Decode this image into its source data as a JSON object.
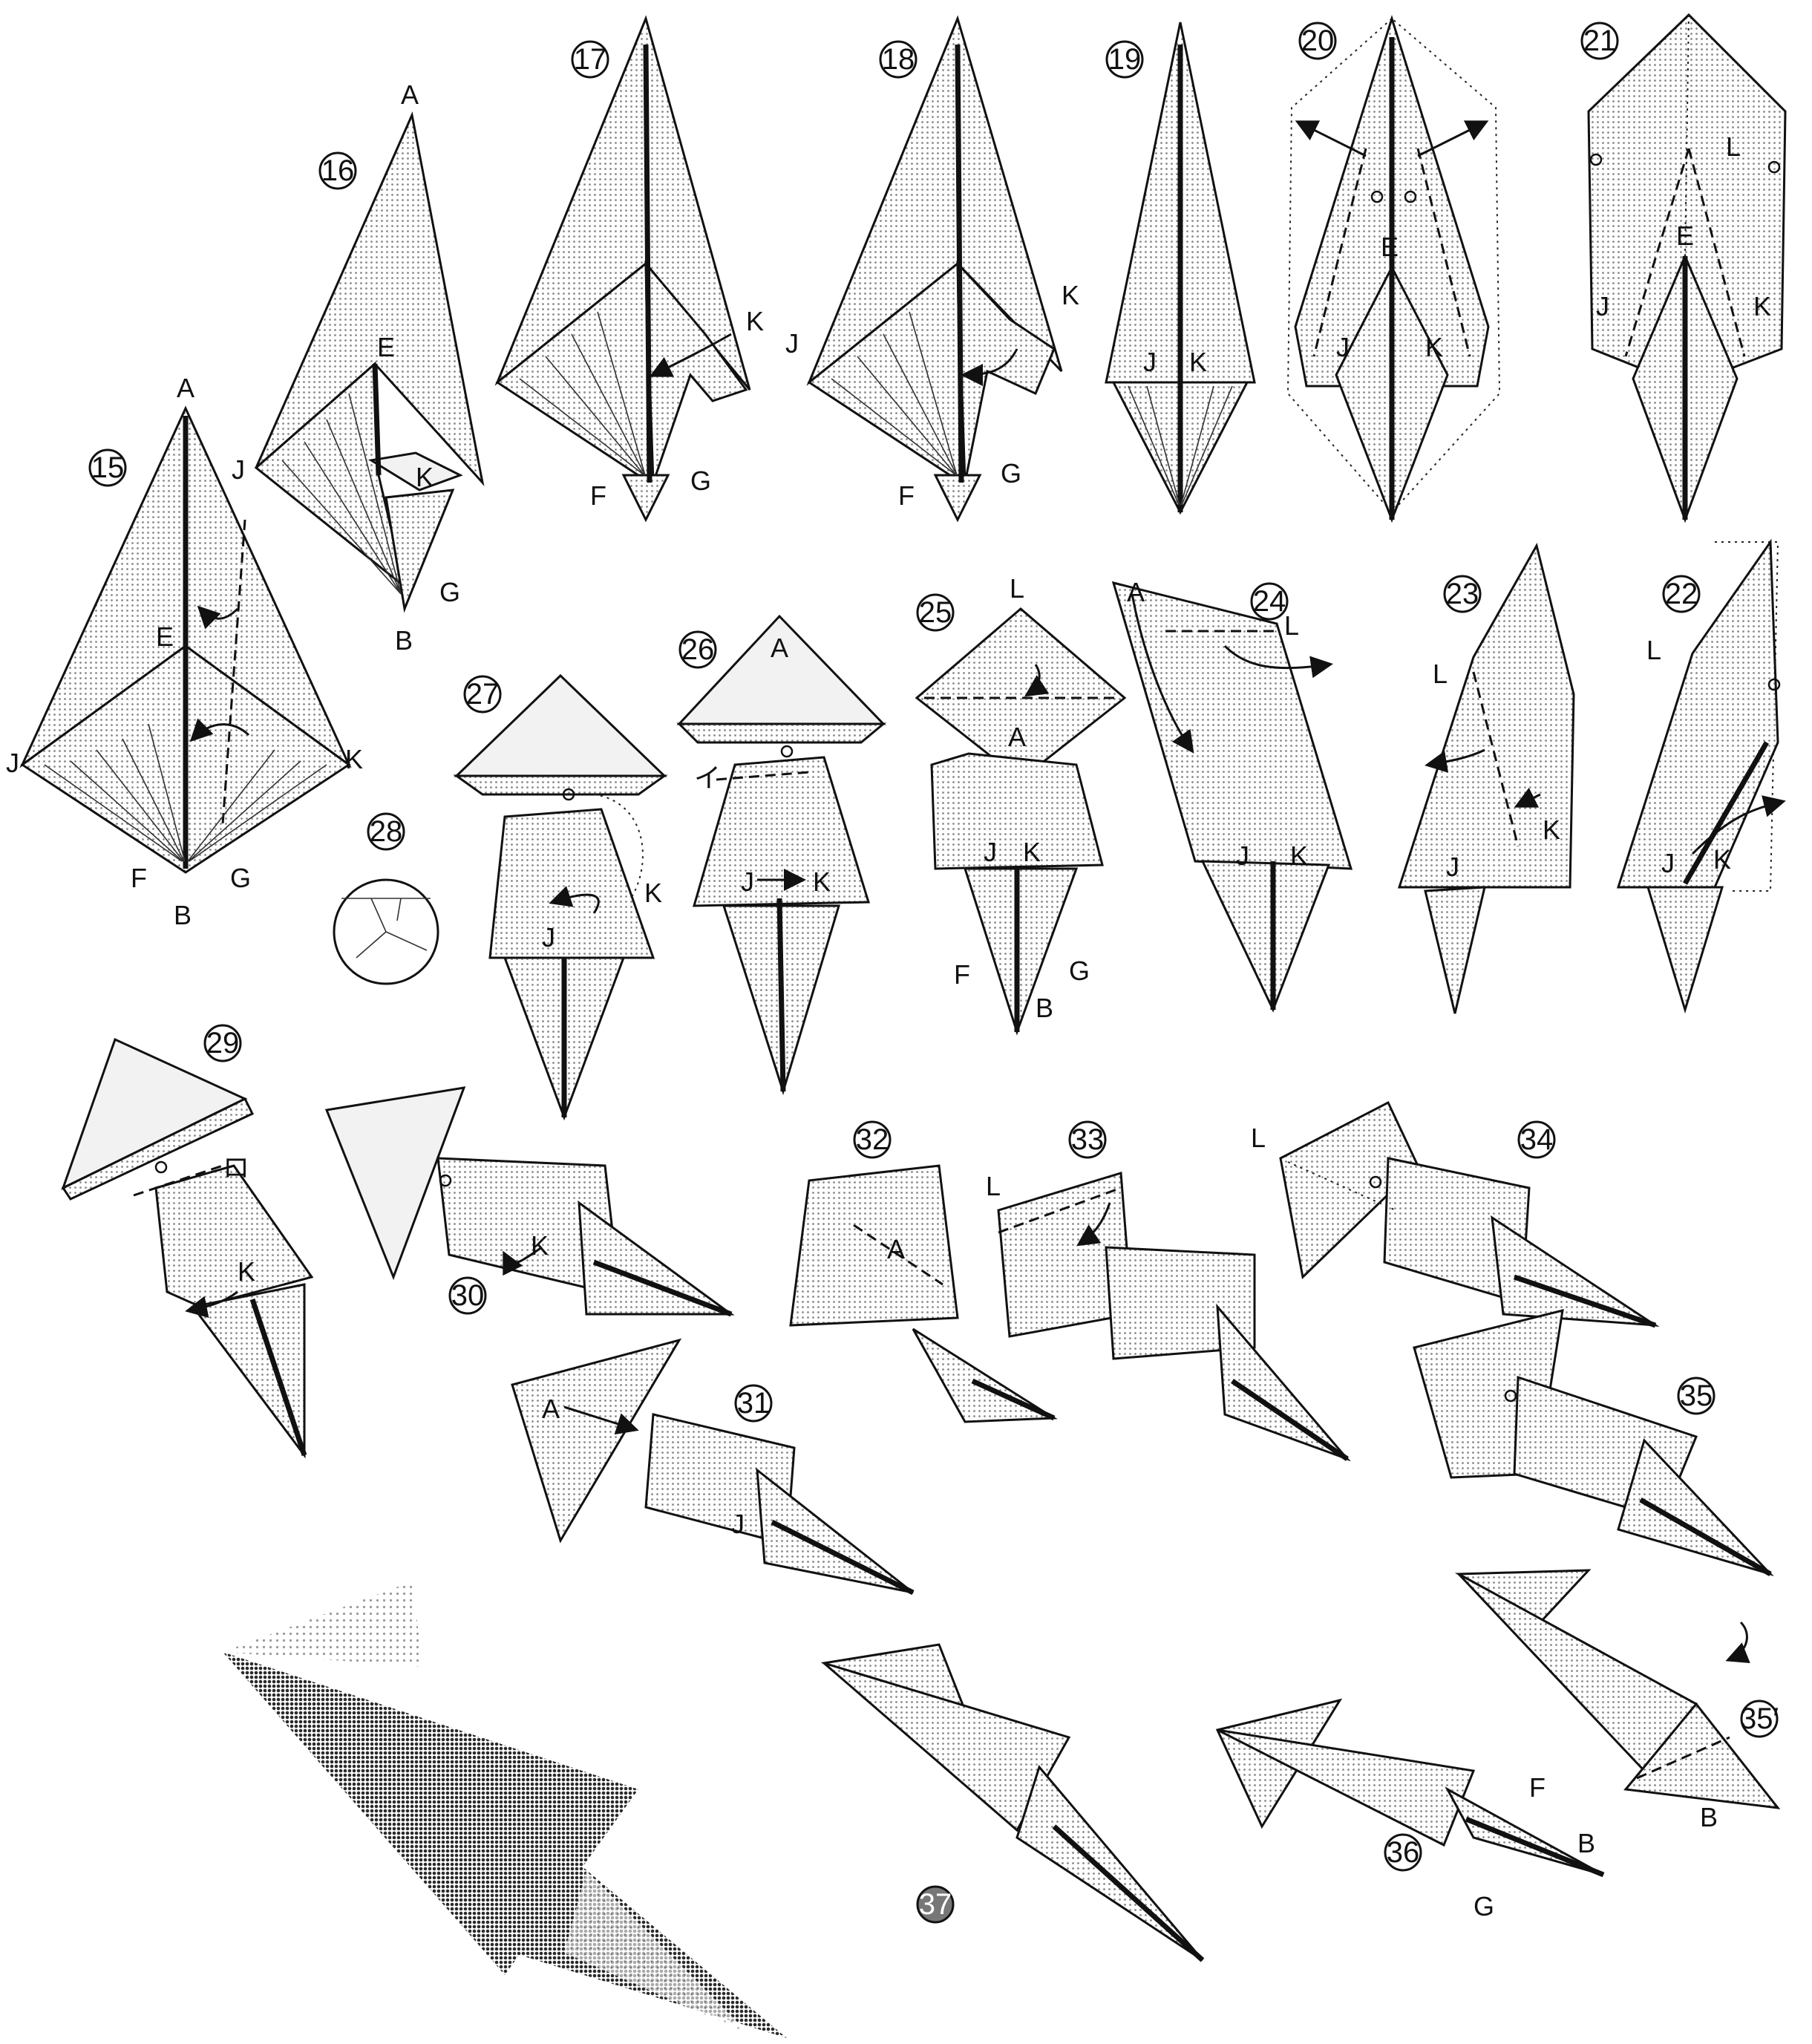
{
  "steps": [
    {
      "id": "s15",
      "num": "15"
    },
    {
      "id": "s16",
      "num": "16"
    },
    {
      "id": "s17",
      "num": "17"
    },
    {
      "id": "s18",
      "num": "18"
    },
    {
      "id": "s19",
      "num": "19"
    },
    {
      "id": "s20",
      "num": "20"
    },
    {
      "id": "s21",
      "num": "21"
    },
    {
      "id": "s22",
      "num": "22"
    },
    {
      "id": "s23",
      "num": "23"
    },
    {
      "id": "s24",
      "num": "24"
    },
    {
      "id": "s25",
      "num": "25"
    },
    {
      "id": "s26",
      "num": "26"
    },
    {
      "id": "s27",
      "num": "27"
    },
    {
      "id": "s28",
      "num": "28"
    },
    {
      "id": "s29",
      "num": "29"
    },
    {
      "id": "s30",
      "num": "30"
    },
    {
      "id": "s31",
      "num": "31"
    },
    {
      "id": "s32",
      "num": "32"
    },
    {
      "id": "s33",
      "num": "33"
    },
    {
      "id": "s34",
      "num": "34"
    },
    {
      "id": "s35",
      "num": "35"
    },
    {
      "id": "s35p",
      "num": "35′"
    },
    {
      "id": "s36",
      "num": "36"
    },
    {
      "id": "s37",
      "num": "37"
    }
  ],
  "labels": {
    "A": "A",
    "B": "B",
    "E": "E",
    "F": "F",
    "G": "G",
    "J": "J",
    "K": "K",
    "L": "L",
    "i": "イ",
    "ro": "ロ"
  },
  "colors": {
    "ink": "#111111",
    "paper": "#ffffff",
    "halftone": "#bdbdbd"
  }
}
